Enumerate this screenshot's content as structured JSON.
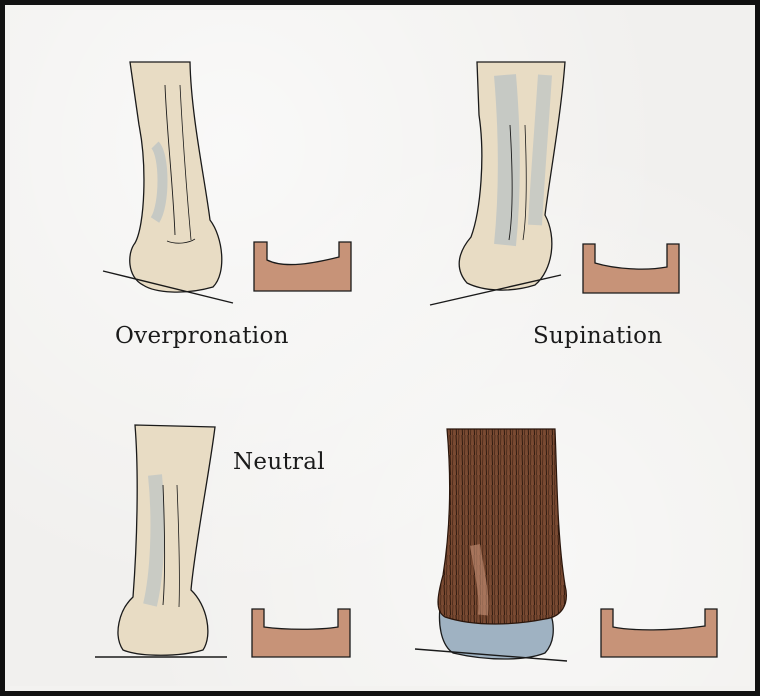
{
  "labels": {
    "overpronation": "Overpronation",
    "supination": "Supination",
    "neutral": "Neutral"
  },
  "colors": {
    "skin": "#e8dcc4",
    "shadow_blue": "#a9b9c4",
    "wedge": "#c79378",
    "hair": "#6b3f2a",
    "hoof_blue": "#9fb2c2",
    "ink": "#1a1a1a"
  }
}
